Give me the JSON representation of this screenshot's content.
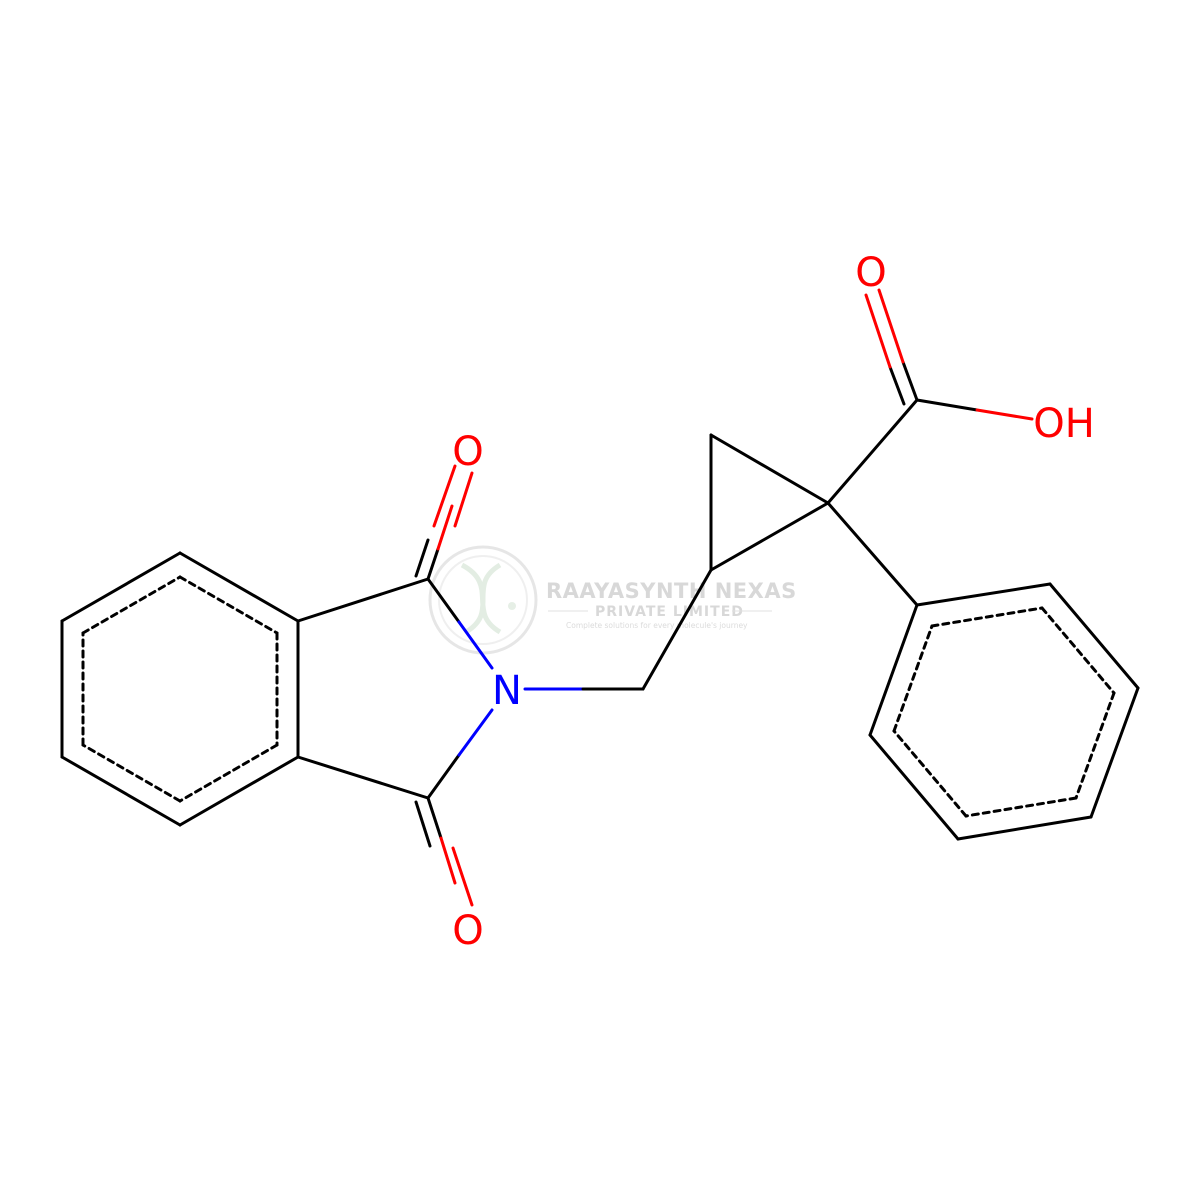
{
  "atom_labels": {
    "o_top_carbonyl": "O",
    "o_bottom_carbonyl": "O",
    "n_imide": "N",
    "o_acid_carbonyl": "O",
    "oh_acid": "OH"
  },
  "watermark": {
    "company_name": "RAAYASYNTH NEXAS",
    "company_suffix": "PRIVATE LIMITED",
    "tagline": "Complete solutions for every molecule's journey"
  },
  "colors": {
    "bond": "#000000",
    "oxygen": "#ff0000",
    "nitrogen": "#0000ff",
    "watermark": "#d4d4d4"
  }
}
